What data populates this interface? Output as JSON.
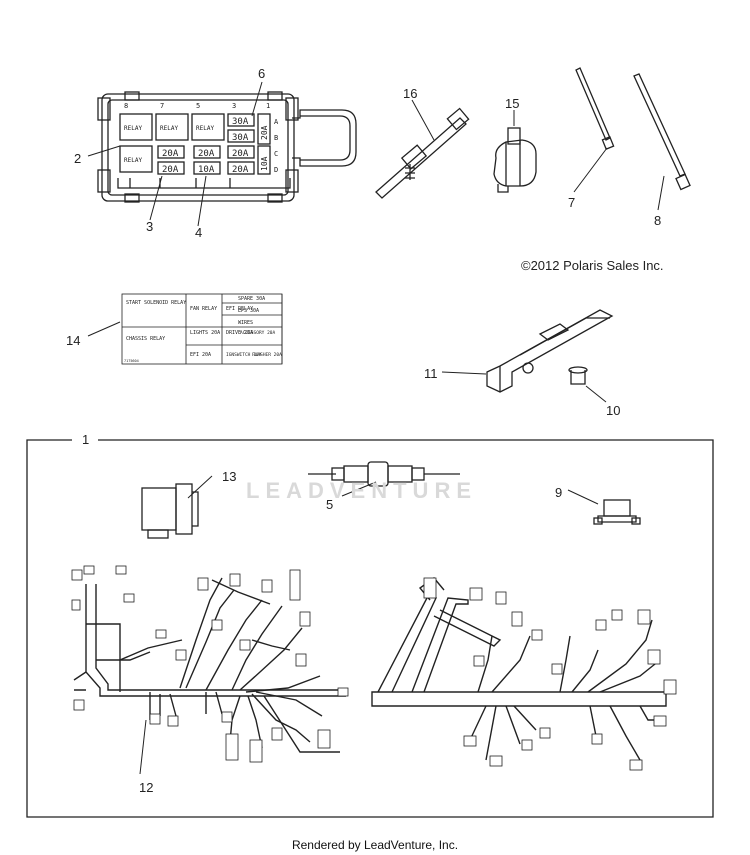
{
  "copyright": "©2012 Polaris Sales Inc.",
  "footer": "Rendered by LeadVenture, Inc.",
  "watermark": "LEADVENTURE",
  "callouts": {
    "c1": "1",
    "c2": "2",
    "c3": "3",
    "c4": "4",
    "c5": "5",
    "c6": "6",
    "c7": "7",
    "c8": "8",
    "c9": "9",
    "c10": "10",
    "c11": "11",
    "c12": "12",
    "c13": "13",
    "c14": "14",
    "c15": "15",
    "c16": "16"
  },
  "fuse_box": {
    "cavity_numbers": [
      "8",
      "7",
      "5",
      "3",
      "1"
    ],
    "row_letters": [
      "A",
      "B",
      "C",
      "D"
    ],
    "relays": [
      "RELAY",
      "RELAY",
      "RELAY",
      "RELAY"
    ],
    "fuses": [
      "30A",
      "30A",
      "20A",
      "20A",
      "20A",
      "20A",
      "10A",
      "20A"
    ],
    "side_fuses": [
      "20A",
      "10A"
    ]
  },
  "fuse_label": {
    "start_relay": "START SOLENOID RELAY",
    "fan_relay": "FAN RELAY",
    "efi_relay": "EFI RELAY",
    "spare": "SPARE 30A",
    "eps": "EPS 30A",
    "wires": "WIRES",
    "chassis_relay": "CHASSIS RELAY",
    "lights": "LIGHTS 20A",
    "drive": "DRIVE 20A",
    "accessory": "ACCESSORY 20A",
    "efi": "EFI 20A",
    "ignswitch": "IGNSWITCH 10A",
    "flasher": "FLASHER 20A",
    "part_code": "7175604"
  }
}
